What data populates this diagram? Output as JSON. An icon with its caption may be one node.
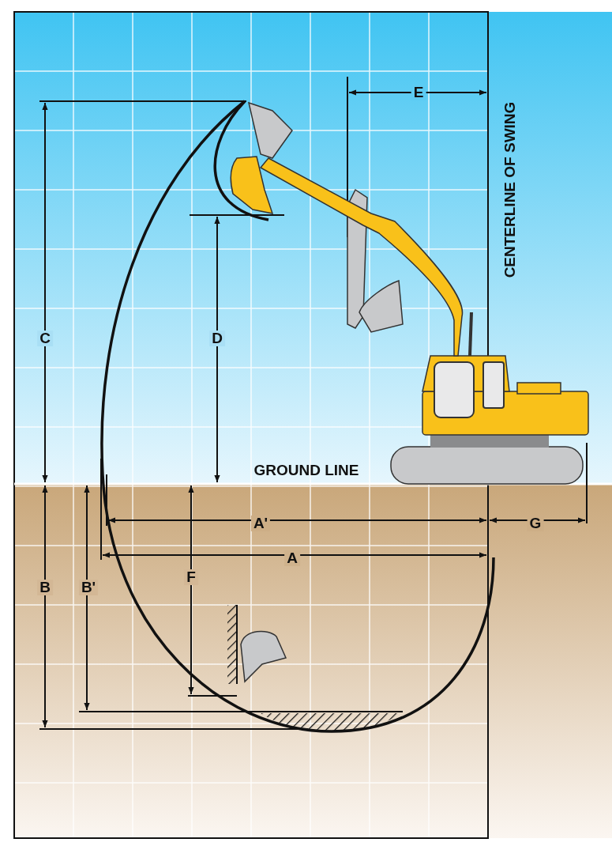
{
  "diagram": {
    "labels": [
      "CENTERLINE OF SWING",
      "C",
      "D",
      "E",
      "GROUND LINE",
      "A'",
      "G",
      "B",
      "B'",
      "F",
      "A"
    ]
  }
}
